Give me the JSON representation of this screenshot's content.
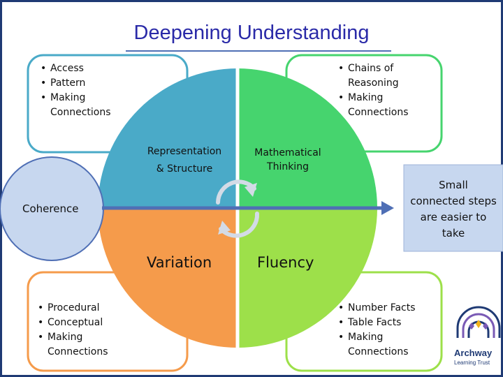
{
  "title": "Deepening Understanding",
  "quadrants": {
    "top_left": {
      "label_line1": "Representation",
      "label_line2": "& Structure",
      "color": "#4aaac8",
      "bullets": [
        "Access",
        "Pattern",
        "Making Connections"
      ]
    },
    "top_right": {
      "label_line1": "Mathematical",
      "label_line2": "Thinking",
      "color": "#46d46e",
      "bullets": [
        "Chains of Reasoning",
        "Making Connections"
      ]
    },
    "bottom_left": {
      "label": "Variation",
      "color": "#f59b4b",
      "bullets": [
        "Procedural",
        "Conceptual",
        "Making Connections"
      ]
    },
    "bottom_right": {
      "label": "Fluency",
      "color": "#9de04a",
      "bullets": [
        "Number Facts",
        "Table Facts",
        "Making Connections"
      ]
    }
  },
  "coherence": {
    "label": "Coherence",
    "fill": "#c7d7ef"
  },
  "steps_box": {
    "lines": [
      "Small",
      "connected steps",
      "are easier to",
      "take"
    ]
  },
  "colors": {
    "frame": "#1f3a74",
    "title": "#2a2aa8",
    "arrow": "#4f6fb5"
  },
  "logo": {
    "name": "Archway",
    "subtitle": "Learning Trust"
  }
}
